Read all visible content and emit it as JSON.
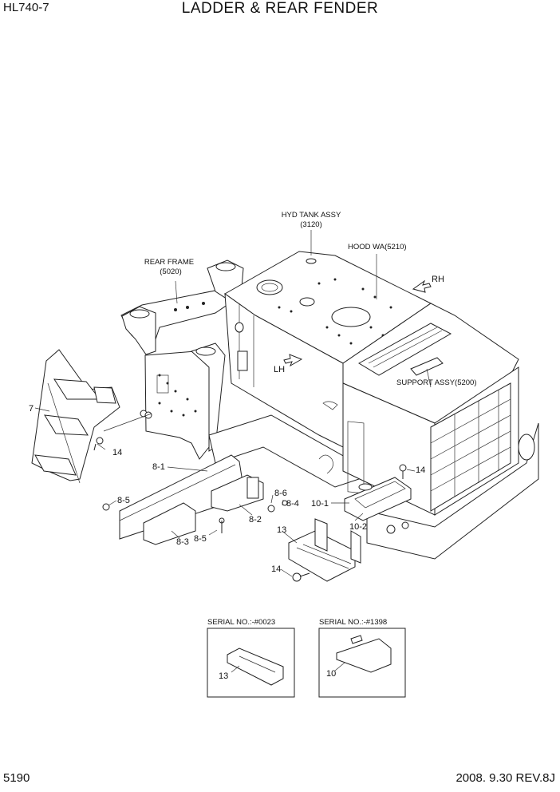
{
  "header": {
    "model": "HL740-7",
    "title": "LADDER & REAR FENDER"
  },
  "footer": {
    "page_number": "5190",
    "revision_date": "2008. 9.30  REV.8J"
  },
  "callouts": {
    "hyd_tank_line1": "HYD TANK ASSY",
    "hyd_tank_line2": "(3120)",
    "hood_wa": "HOOD WA(5210)",
    "rear_frame_line1": "REAR FRAME",
    "rear_frame_line2": "(5020)",
    "support_assy": "SUPPORT ASSY(5200)",
    "rh": "RH",
    "lh": "LH"
  },
  "part_numbers": {
    "p7": "7",
    "p14_ladder": "14",
    "p8_1": "8-1",
    "p8_5_left": "8-5",
    "p8_3": "8-3",
    "p8_5_bottom": "8-5",
    "p8_2": "8-2",
    "p8_6": "8-6",
    "p8_4": "8-4",
    "p10_1": "10-1",
    "p10_2": "10-2",
    "p14_right": "14",
    "p13": "13",
    "p14_bottom": "14"
  },
  "inset_left": {
    "serial_label": "SERIAL NO.:-#0023",
    "part_number": "13"
  },
  "inset_right": {
    "serial_label": "SERIAL NO.:-#1398",
    "part_number": "10"
  }
}
